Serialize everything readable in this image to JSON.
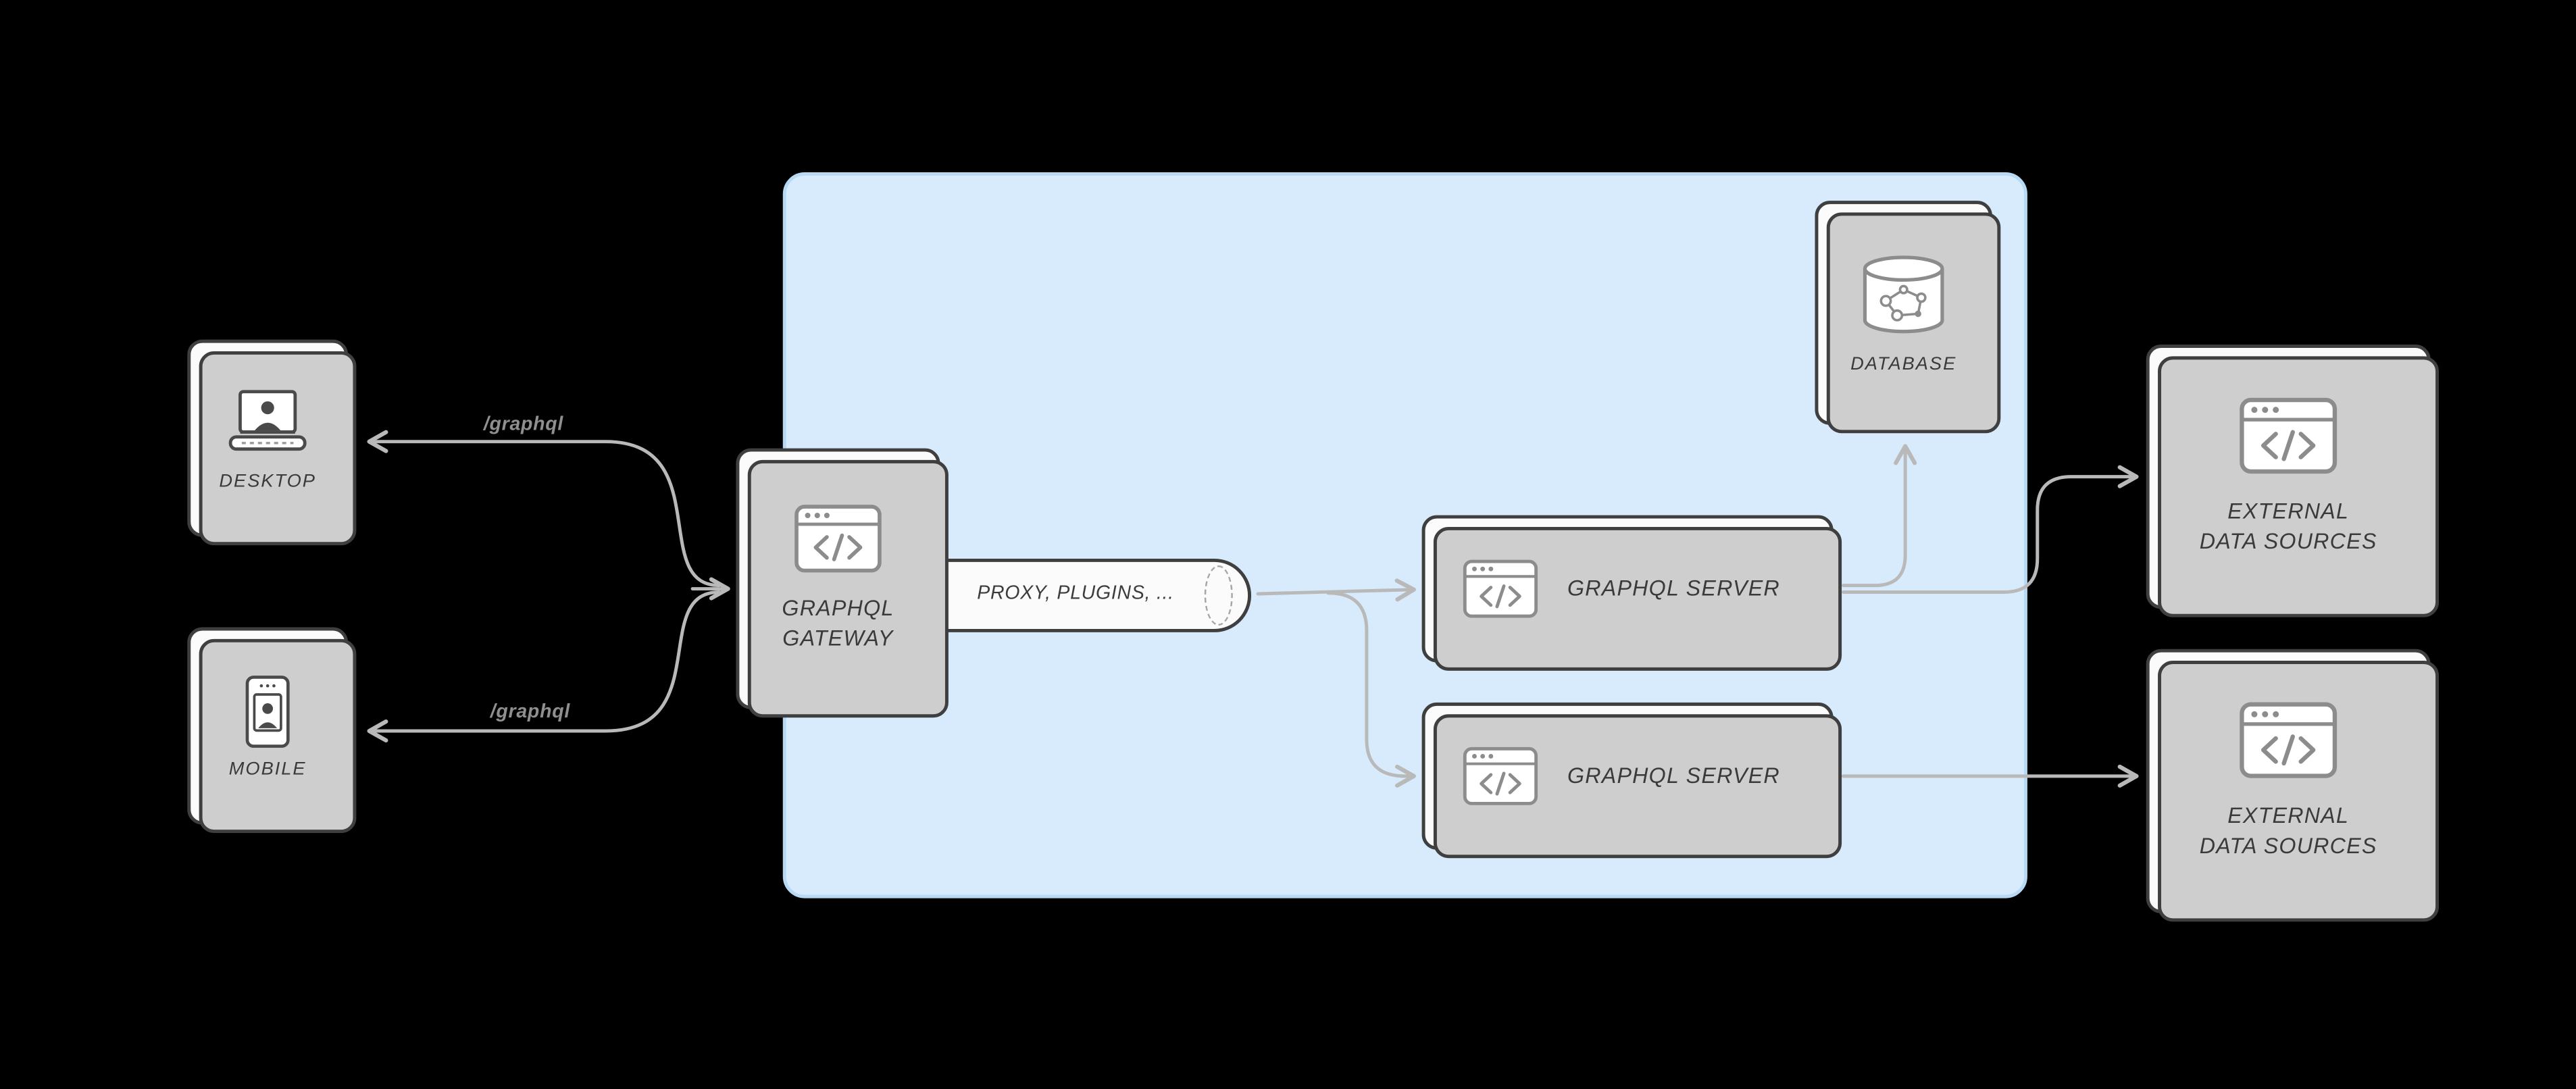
{
  "colors": {
    "background": "#000000",
    "panel_fill": "#d7ebfd",
    "panel_border": "#b7d9f3",
    "arrow": "#b9b9b9",
    "card_fill": "#fbfbfb",
    "card_border": "#3f3f3f",
    "card_stack_fill": "#cecece"
  },
  "edges": {
    "desktop_label": "/graphql",
    "mobile_label": "/graphql"
  },
  "nodes": {
    "desktop": {
      "label": "DESKTOP",
      "icon": "laptop-user-icon"
    },
    "mobile": {
      "label": "MOBILE",
      "icon": "phone-user-icon"
    },
    "gateway": {
      "line1": "GRAPHQL",
      "line2": "GATEWAY",
      "icon": "code-window-icon"
    },
    "proxy_pipe": {
      "label": "PROXY, PLUGINS, ..."
    },
    "server_top": {
      "label": "GRAPHQL SERVER",
      "icon": "code-window-icon"
    },
    "server_bottom": {
      "label": "GRAPHQL SERVER",
      "icon": "code-window-icon"
    },
    "database": {
      "label": "DATABASE",
      "icon": "database-graph-icon"
    },
    "external_top": {
      "line1": "EXTERNAL",
      "line2": "DATA SOURCES",
      "icon": "code-window-icon"
    },
    "external_bottom": {
      "line1": "EXTERNAL",
      "line2": "DATA SOURCES",
      "icon": "code-window-icon"
    }
  }
}
